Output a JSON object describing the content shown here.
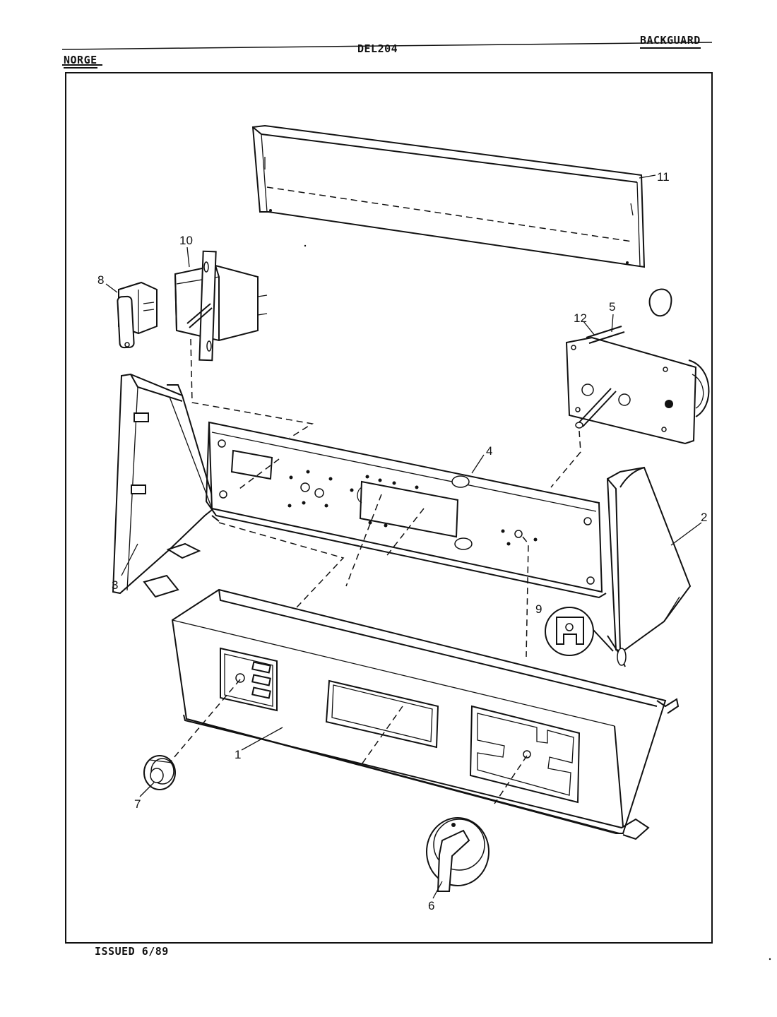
{
  "header": {
    "brand": "NORGE",
    "model": "DEL204",
    "section": "BACKGUARD"
  },
  "footer": {
    "issued": "ISSUED 6/89"
  },
  "callouts": {
    "c1": "1",
    "c2": "2",
    "c3": "3",
    "c4": "4",
    "c5": "5",
    "c6": "6",
    "c7": "7",
    "c8": "8",
    "c9": "9",
    "c10": "10",
    "c11": "11",
    "c12": "12"
  }
}
